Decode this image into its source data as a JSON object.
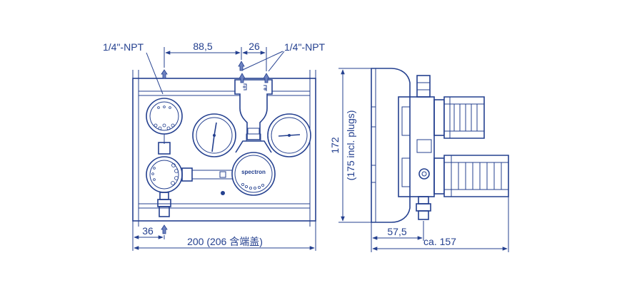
{
  "colors": {
    "line": "#24408f",
    "background": "#ffffff",
    "arrow": "#6d82c0"
  },
  "front_view": {
    "port_left_label": "1/4\"-NPT",
    "port_right_label": "1/4\"-NPT",
    "dim_center_offset": "88,5",
    "dim_port_spacing": "26",
    "dim_outlet_offset": "36",
    "dim_width": "200 (206 含端盖)",
    "brand_label": "spectron"
  },
  "side_view": {
    "dim_height": "172",
    "dim_height_note": "(175 incl. plugs)",
    "dim_depth_base": "57,5",
    "dim_depth_total": "ca. 157"
  }
}
